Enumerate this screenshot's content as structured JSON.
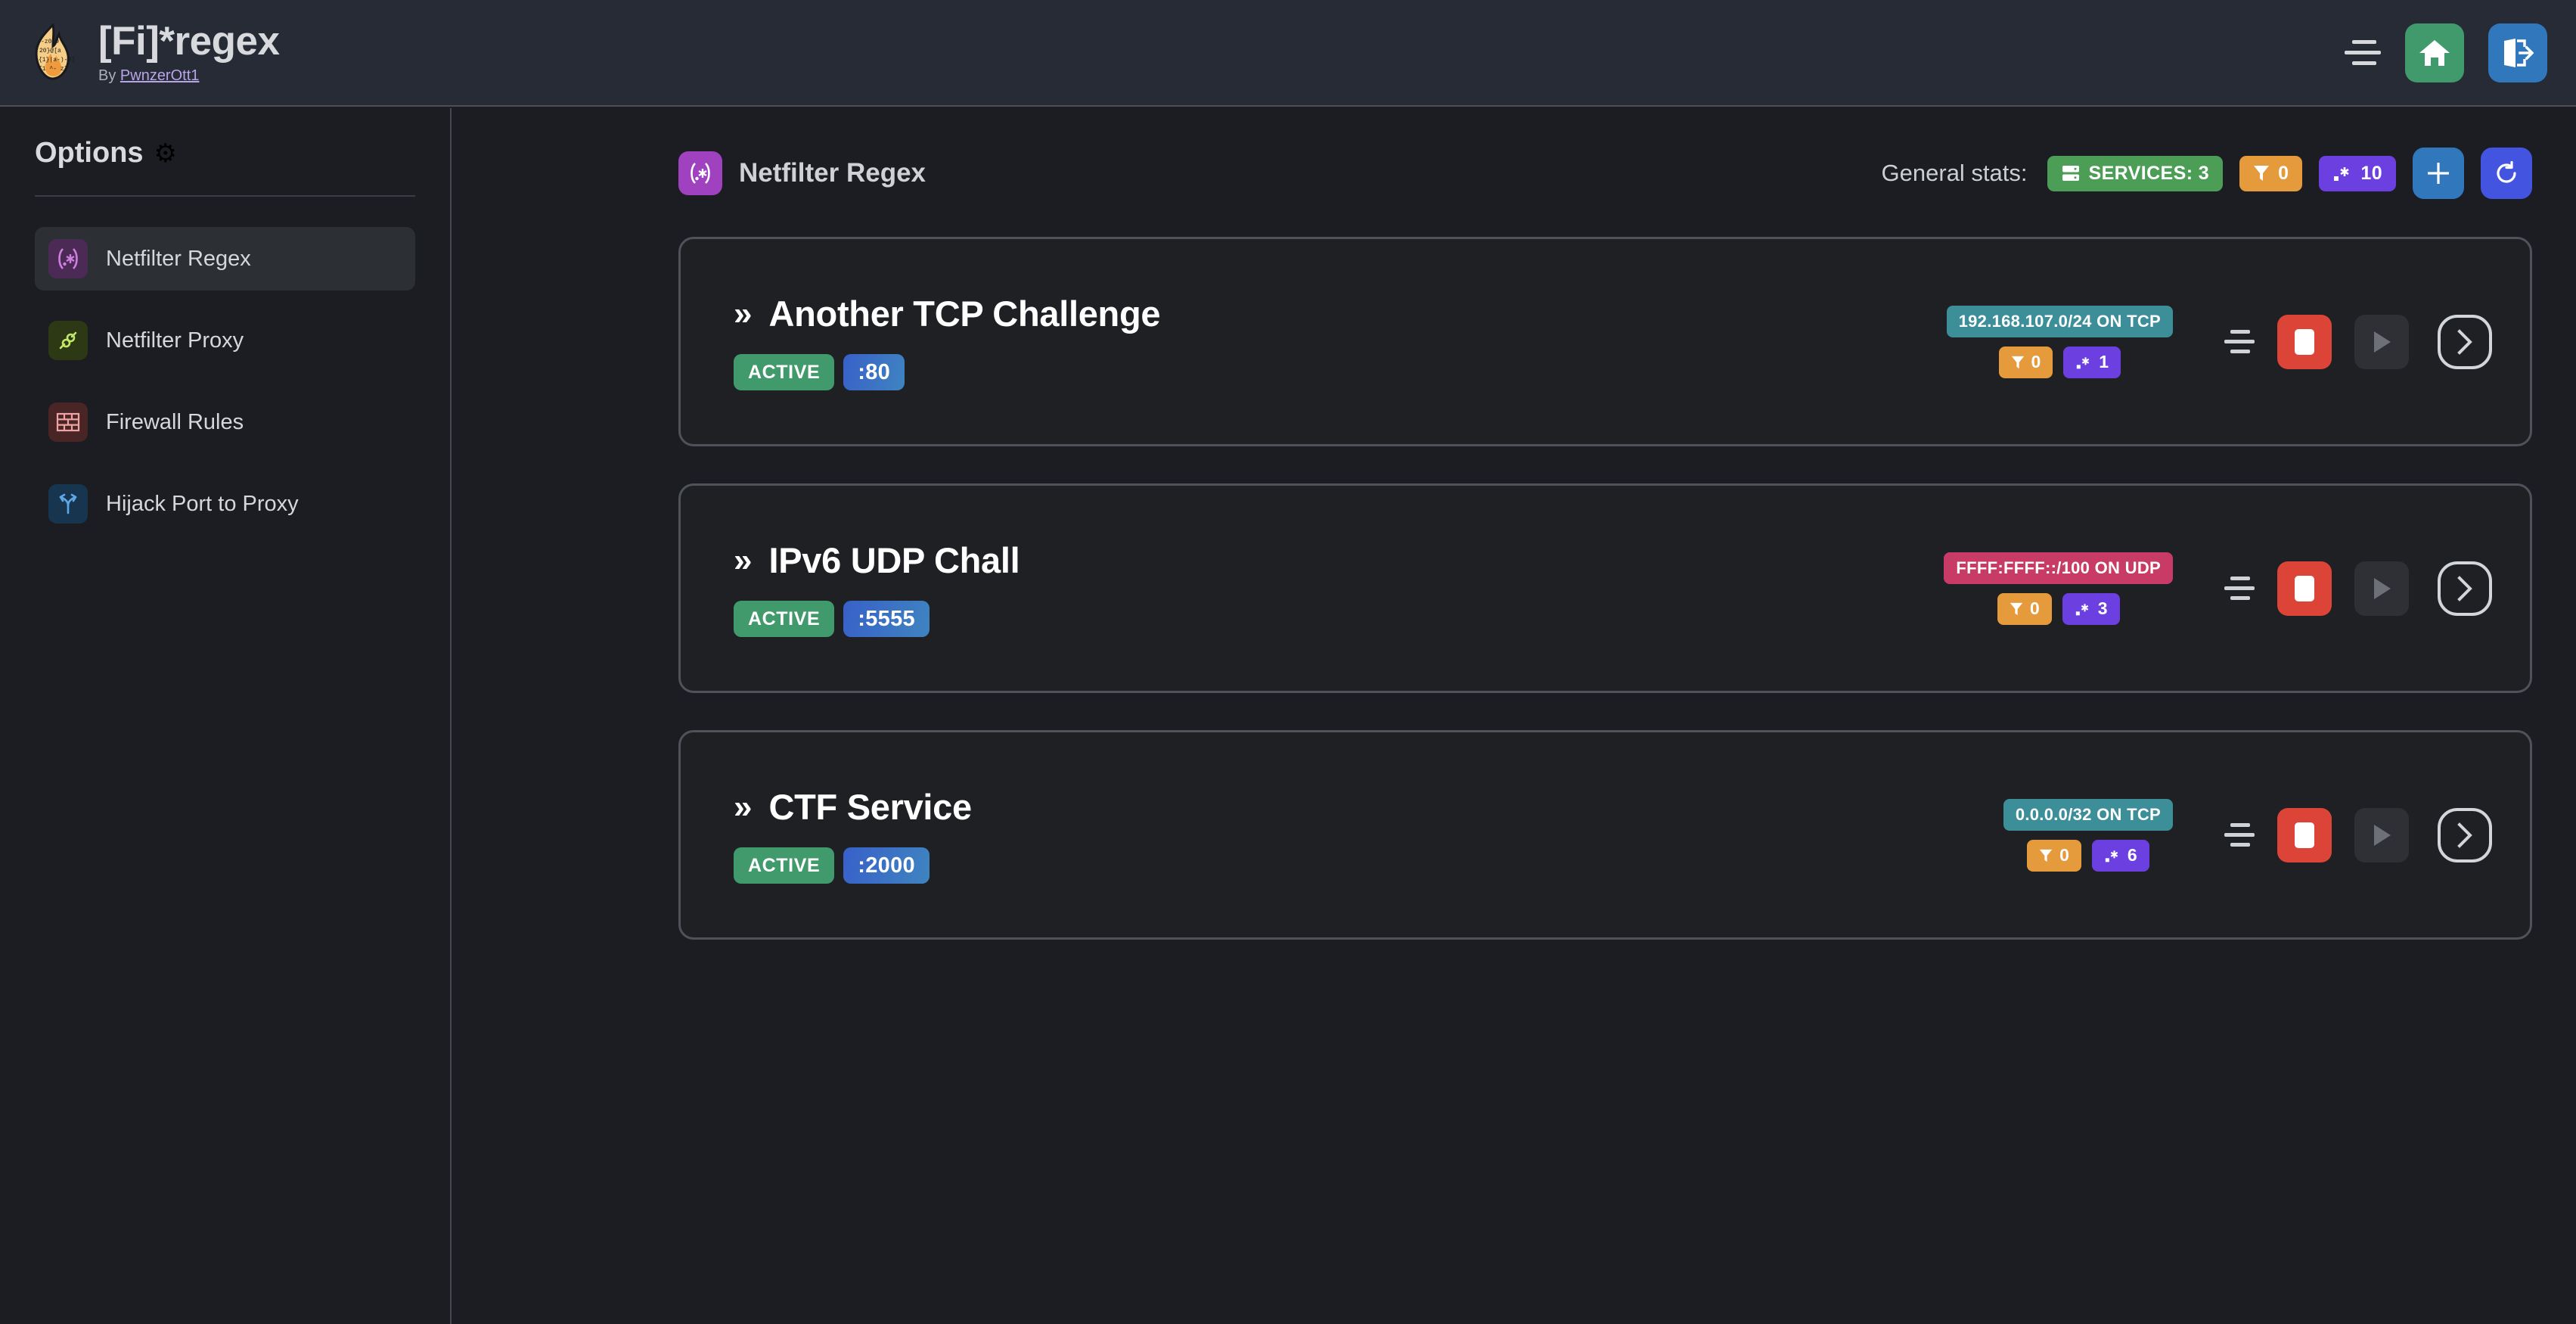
{
  "header": {
    "app_title": "[Fi]*regex",
    "byline_prefix": "By ",
    "byline_author": "PwnzerOtt1",
    "logo_icon": "flame-regex-logo",
    "menu_icon": "hamburger-menu-icon",
    "home_icon": "home-icon",
    "logout_icon": "logout-icon"
  },
  "sidebar": {
    "title": "Options",
    "gear_glyph": "⚙",
    "items": [
      {
        "label": "Netfilter Regex",
        "icon": "regex-icon",
        "active": true
      },
      {
        "label": "Netfilter Proxy",
        "icon": "plug-icon",
        "active": false
      },
      {
        "label": "Firewall Rules",
        "icon": "brick-wall-icon",
        "active": false
      },
      {
        "label": "Hijack Port to Proxy",
        "icon": "fork-arrow-icon",
        "active": false
      }
    ]
  },
  "main": {
    "page_icon": "regex-icon",
    "page_title": "Netfilter Regex",
    "stats_label": "General stats:",
    "stats": [
      {
        "icon": "server-icon",
        "text": "SERVICES: 3",
        "color": "#4c9e56"
      },
      {
        "icon": "filter-icon",
        "text": "0",
        "color": "#e59b3c"
      },
      {
        "icon": "regex-icon",
        "text": "10",
        "color": "#6c3fe0"
      }
    ],
    "add_button": {
      "icon": "plus-icon",
      "color": "#3077bc"
    },
    "refresh_button": {
      "icon": "refresh-icon",
      "color": "#4254e0"
    }
  },
  "services": [
    {
      "chevron": "»",
      "name": "Another TCP Challenge",
      "status": "ACTIVE",
      "port": ":80",
      "network": "192.168.107.0/24 ON TCP",
      "network_color": "teal",
      "filters": "0",
      "regexes": "1",
      "menu_icon": "list-lines-icon",
      "stop_icon": "stop-icon",
      "play_icon": "play-icon",
      "detail_icon": "chevron-right-icon"
    },
    {
      "chevron": "»",
      "name": "IPv6 UDP Chall",
      "status": "ACTIVE",
      "port": ":5555",
      "network": "FFFF:FFFF::/100 ON UDP",
      "network_color": "pink",
      "filters": "0",
      "regexes": "3",
      "menu_icon": "list-lines-icon",
      "stop_icon": "stop-icon",
      "play_icon": "play-icon",
      "detail_icon": "chevron-right-icon"
    },
    {
      "chevron": "»",
      "name": "CTF Service",
      "status": "ACTIVE",
      "port": ":2000",
      "network": "0.0.0.0/32 ON TCP",
      "network_color": "teal",
      "filters": "0",
      "regexes": "6",
      "menu_icon": "list-lines-icon",
      "stop_icon": "stop-icon",
      "play_icon": "play-icon",
      "detail_icon": "chevron-right-icon"
    }
  ]
}
